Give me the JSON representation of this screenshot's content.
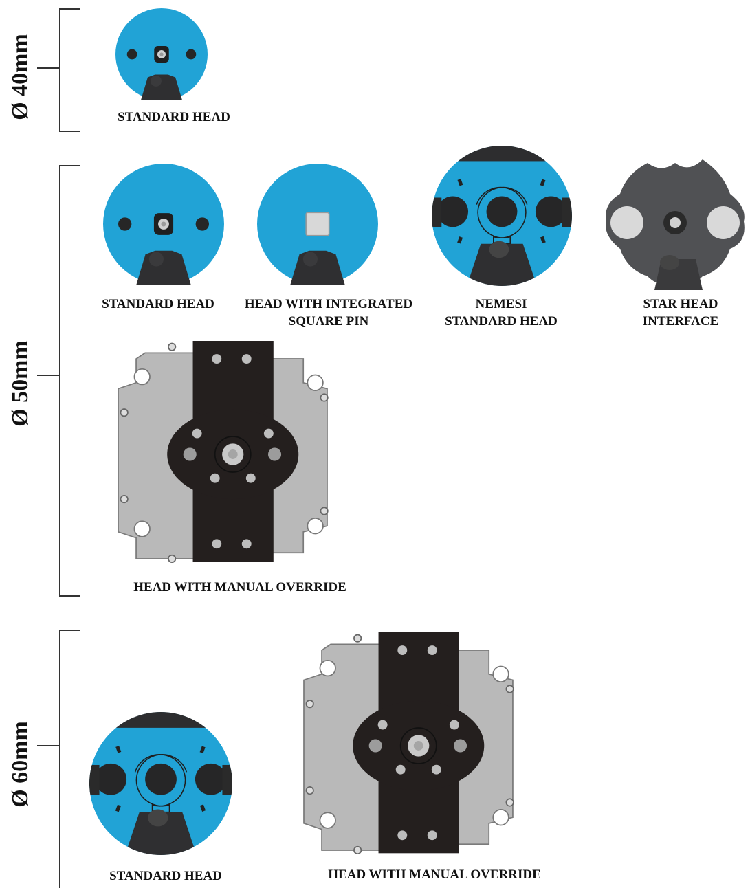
{
  "groups": [
    {
      "diameter": "Ø 40mm",
      "items": [
        {
          "caption": [
            "STANDARD HEAD"
          ]
        }
      ]
    },
    {
      "diameter": "Ø 50mm",
      "items": [
        {
          "caption": [
            "STANDARD HEAD"
          ]
        },
        {
          "caption": [
            "HEAD WITH INTEGRATED",
            "SQUARE PIN"
          ]
        },
        {
          "caption": [
            "NEMESI",
            "STANDARD HEAD"
          ]
        },
        {
          "caption": [
            "STAR HEAD",
            "INTERFACE"
          ]
        },
        {
          "caption": [
            "HEAD WITH MANUAL OVERRIDE"
          ]
        }
      ]
    },
    {
      "diameter": "Ø 60mm",
      "items": [
        {
          "caption": [
            "STANDARD HEAD"
          ]
        },
        {
          "caption": [
            "HEAD WITH MANUAL OVERRIDE"
          ]
        }
      ]
    }
  ],
  "colors": {
    "blue": "#21a3d6",
    "dark": "#2b2b2d",
    "grey_plate": "#b9b9b9",
    "steel": "#d9d9d9"
  }
}
